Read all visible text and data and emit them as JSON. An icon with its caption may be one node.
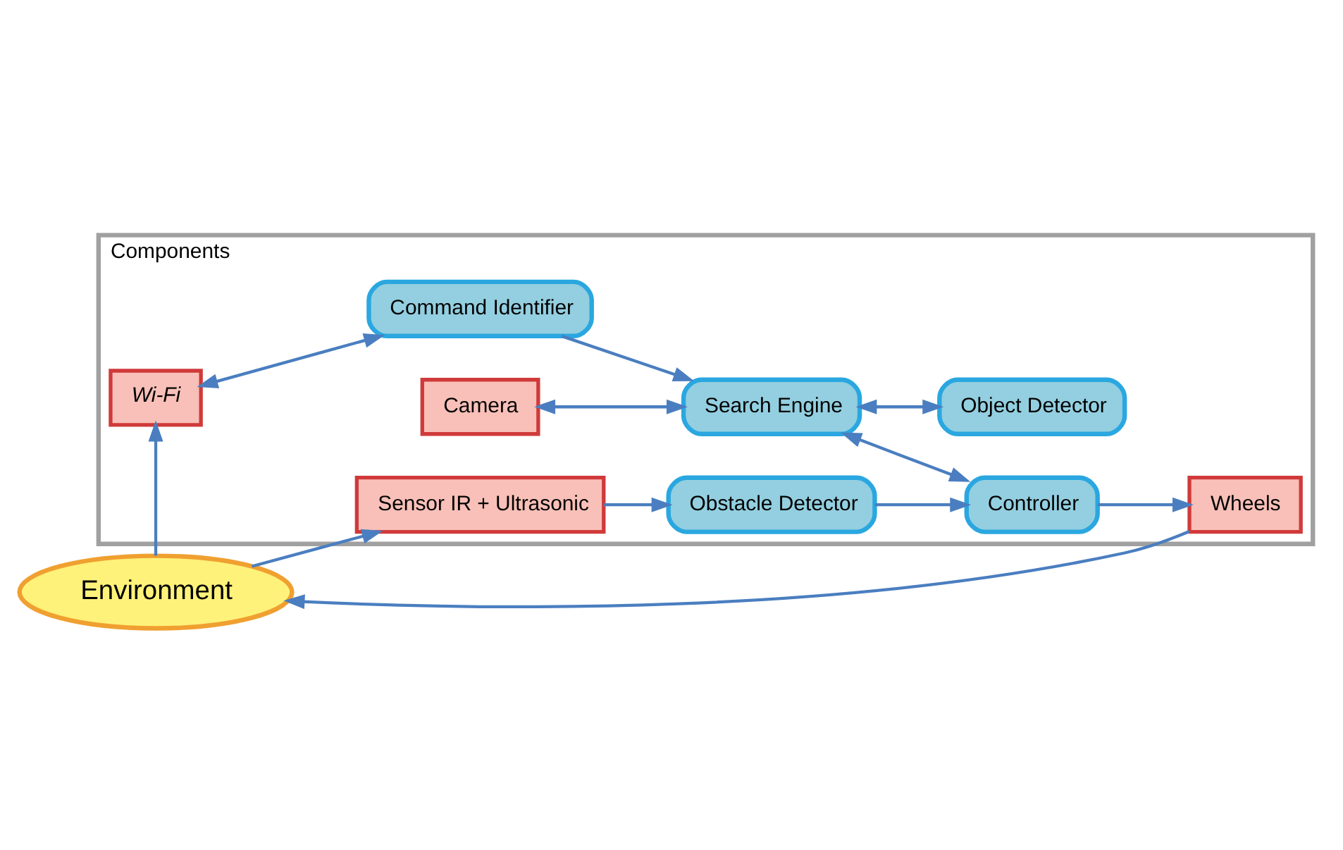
{
  "diagram": {
    "nodes": [
      {
        "text": [
          "Components"
        ]
      },
      {
        "text": [
          "Wi-Fi"
        ],
        "in": 0
      },
      {
        "text": [
          "Command Identifier"
        ],
        "in": 0
      },
      {
        "text": [
          "Camera"
        ],
        "in": 0
      },
      {
        "text": [
          "Search Engine"
        ],
        "in": 0
      },
      {
        "text": [
          "Controller"
        ],
        "in": 0
      },
      {
        "text": [
          "Environment"
        ]
      },
      {
        "text": [
          "Object Detector"
        ],
        "in": 0
      },
      {
        "text": [
          "Sensor IR + Ultrasonic"
        ],
        "in": 0
      },
      {
        "text": [
          "Obstacle Detector"
        ],
        "in": 0
      },
      {
        "text": [
          "Wheels"
        ],
        "in": 0
      }
    ],
    "edges": [
      {
        "from": 6,
        "to": 1,
        "arrow": "to"
      },
      {
        "from": 1,
        "to": 2,
        "arrow": "both"
      },
      {
        "from": 2,
        "to": 4,
        "arrow": "to"
      },
      {
        "from": 3,
        "to": 4,
        "arrow": "both"
      },
      {
        "from": 4,
        "to": 5,
        "arrow": "both"
      },
      {
        "from": 4,
        "to": 7,
        "arrow": "both"
      },
      {
        "from": 6,
        "to": 8,
        "arrow": "to"
      },
      {
        "from": 8,
        "to": 9,
        "arrow": "to"
      },
      {
        "from": 9,
        "to": 5,
        "arrow": "to"
      },
      {
        "from": 5,
        "to": 10,
        "arrow": "to"
      },
      {
        "from": 10,
        "to": 6,
        "arrow": "to"
      }
    ]
  }
}
